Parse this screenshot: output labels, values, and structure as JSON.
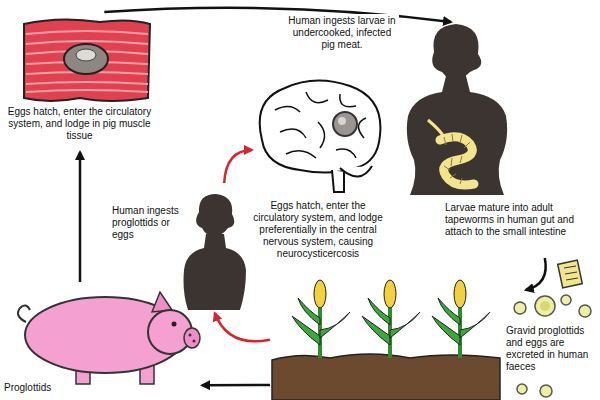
{
  "diagram": {
    "nodes": [
      {
        "text": [
          "Eggs hatch, enter the circulatory system, and lodge in pig muscle tissue"
        ]
      },
      {
        "text": [
          "Larvae mature into adult tapeworms in human gut and attach to the small intestine"
        ]
      },
      {
        "text": [
          "Eggs hatch, enter the circulatory system, and lodge preferentially in the central nervous system, causing neurocysticercosis"
        ]
      },
      {
        "text": [
          "Human ingests proglottids or eggs"
        ]
      },
      {
        "text": [
          "Gravid proglottids and eggs are excreted in human faeces"
        ]
      },
      {
        "text": [
          "Proglottids"
        ]
      }
    ],
    "edges": [
      {
        "from": 0,
        "to": 1,
        "arrow": "to",
        "label": "Human ingests larvae in undercooked, infected pig meat."
      },
      {
        "from": 1,
        "to": 4,
        "arrow": "to"
      },
      {
        "from": 4,
        "to": 5,
        "arrow": "to"
      },
      {
        "from": 5,
        "to": 0,
        "arrow": "to"
      },
      {
        "from": 4,
        "to": 3,
        "arrow": "to"
      },
      {
        "from": 3,
        "to": 2,
        "arrow": "to"
      }
    ]
  }
}
